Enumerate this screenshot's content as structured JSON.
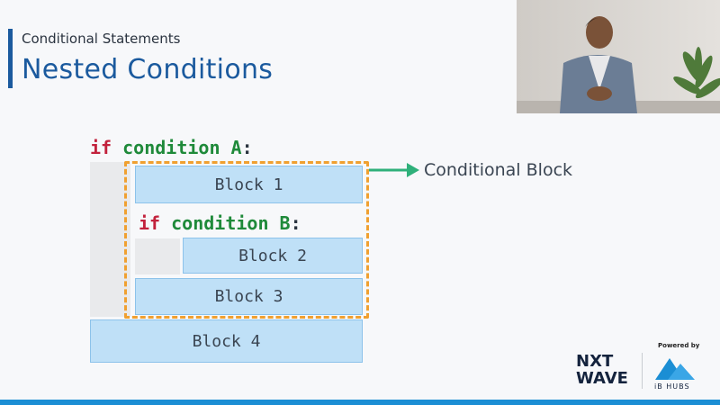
{
  "header": {
    "subtitle": "Conditional Statements",
    "title": "Nested Conditions"
  },
  "code": {
    "line1_keyword": "if",
    "line1_condition": "condition A",
    "line1_colon": ":",
    "line2_keyword": "if",
    "line2_condition": "condition B",
    "line2_colon": ":"
  },
  "blocks": {
    "block1": "Block 1",
    "block2": "Block 2",
    "block3": "Block 3",
    "block4": "Block 4"
  },
  "annotation": {
    "label": "Conditional Block"
  },
  "branding": {
    "nxt_line1": "NXT",
    "nxt_line2": "WAVE",
    "powered_by": "Powered by",
    "partner": "iB HUBS"
  },
  "colors": {
    "title_blue": "#1b5a9e",
    "keyword_red": "#c2213c",
    "condition_green": "#1f8a3a",
    "block_fill": "#bfe0f7",
    "dashed_orange": "#f0a030",
    "arrow_green": "#2fb07a"
  }
}
